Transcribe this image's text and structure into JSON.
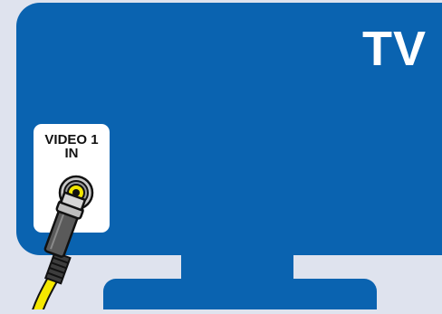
{
  "tv": {
    "label": "TV",
    "color": "#0a63b0"
  },
  "input_panel": {
    "line1": "VIDEO 1",
    "line2": "IN"
  },
  "icons": {
    "jack": "rca-jack-icon",
    "plug": "rca-plug-icon",
    "cable": "yellow-video-cable"
  },
  "colors": {
    "background": "#dfe3ee",
    "panel": "#ffffff",
    "cable": "#f5e800",
    "plug": "#555555"
  }
}
